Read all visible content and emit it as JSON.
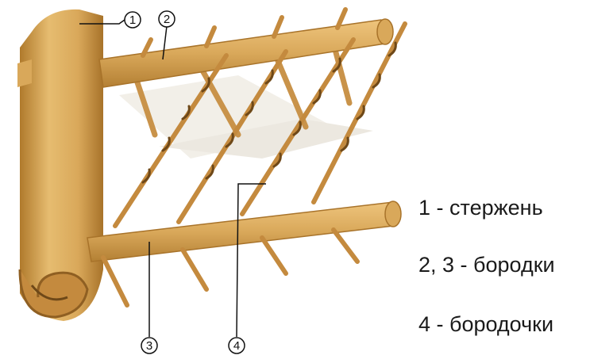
{
  "callouts": [
    {
      "id": "callout-1",
      "label": "1"
    },
    {
      "id": "callout-2",
      "label": "2"
    },
    {
      "id": "callout-3",
      "label": "3"
    },
    {
      "id": "callout-4",
      "label": "4"
    }
  ],
  "legend": [
    "1 - стержень",
    "2, 3 - бородки",
    "4 - бородочки"
  ],
  "colors": {
    "shaft": "#d9a85a",
    "shaft_dark": "#b07a2c",
    "barb": "#e0b06a",
    "barbule": "#c48a3e",
    "web": "#d8d0c0"
  }
}
